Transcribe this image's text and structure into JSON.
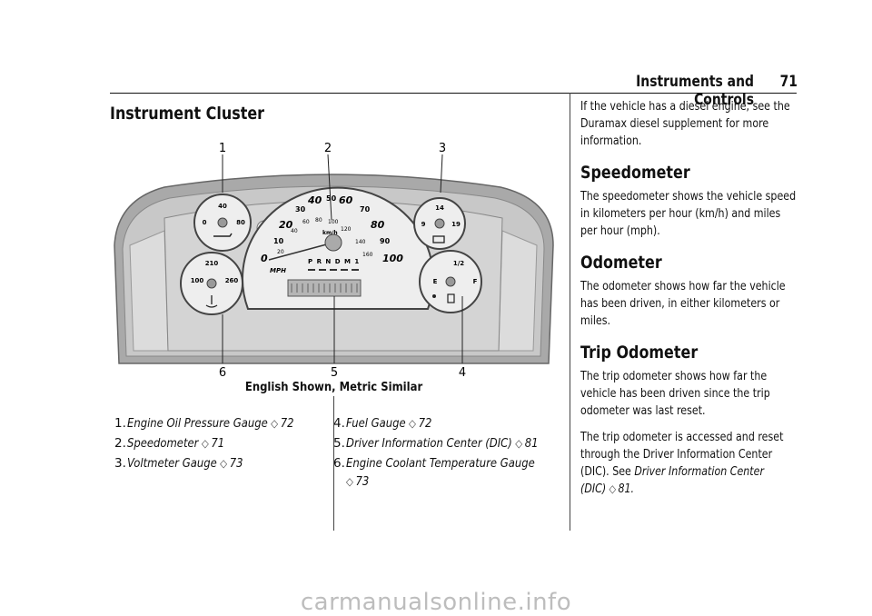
{
  "header": {
    "chapter": "Instruments and Controls",
    "page_number": "71"
  },
  "left": {
    "section_title": "Instrument Cluster",
    "figure": {
      "callouts": [
        "1",
        "2",
        "3",
        "4",
        "5",
        "6"
      ],
      "gauges": {
        "oil": {
          "ticks": [
            "40",
            "0",
            "80"
          ]
        },
        "coolant": {
          "ticks": [
            "210",
            "100",
            "260"
          ]
        },
        "volt": {
          "ticks": [
            "14",
            "9",
            "19"
          ]
        },
        "fuel": {
          "ticks": [
            "1/2",
            "E",
            "F"
          ]
        },
        "speedo": {
          "mph": [
            "0",
            "10",
            "20",
            "30",
            "40",
            "50",
            "60",
            "70",
            "80",
            "90",
            "100"
          ],
          "kmh": [
            "20",
            "40",
            "60",
            "80",
            "100",
            "120",
            "140",
            "160"
          ],
          "unit_kmh": "km/h",
          "unit_mph": "MPH",
          "gear": "P R N D M 1"
        }
      }
    },
    "caption": "English Shown, Metric Similar",
    "legend": [
      {
        "num": "1.",
        "label": "Engine Oil Pressure Gauge",
        "page": "72"
      },
      {
        "num": "2.",
        "label": "Speedometer",
        "page": "71"
      },
      {
        "num": "3.",
        "label": "Voltmeter Gauge",
        "page": "73"
      },
      {
        "num": "4.",
        "label": "Fuel Gauge",
        "page": "72"
      },
      {
        "num": "5.",
        "label": "Driver Information Center (DIC)",
        "page": "81"
      },
      {
        "num": "6.",
        "label": "Engine Coolant Temperature Gauge",
        "page": "73"
      }
    ]
  },
  "right": {
    "intro": "If the vehicle has a diesel engine, see the Duramax diesel supplement for more information.",
    "speedometer": {
      "title": "Speedometer",
      "body": "The speedometer shows the vehicle speed in kilometers per hour (km/h) and miles per hour (mph)."
    },
    "odometer": {
      "title": "Odometer",
      "body": "The odometer shows how far the vehicle has been driven, in either kilometers or miles."
    },
    "trip_odometer": {
      "title": "Trip Odometer",
      "body1": "The trip odometer shows how far the vehicle has been driven since the trip odometer was last reset.",
      "body2_pre": "The trip odometer is accessed and reset through the Driver Information Center (DIC). See",
      "body2_link": "Driver Information Center (DIC)",
      "body2_page": "81."
    }
  },
  "watermark": "carmanualsonline.info"
}
